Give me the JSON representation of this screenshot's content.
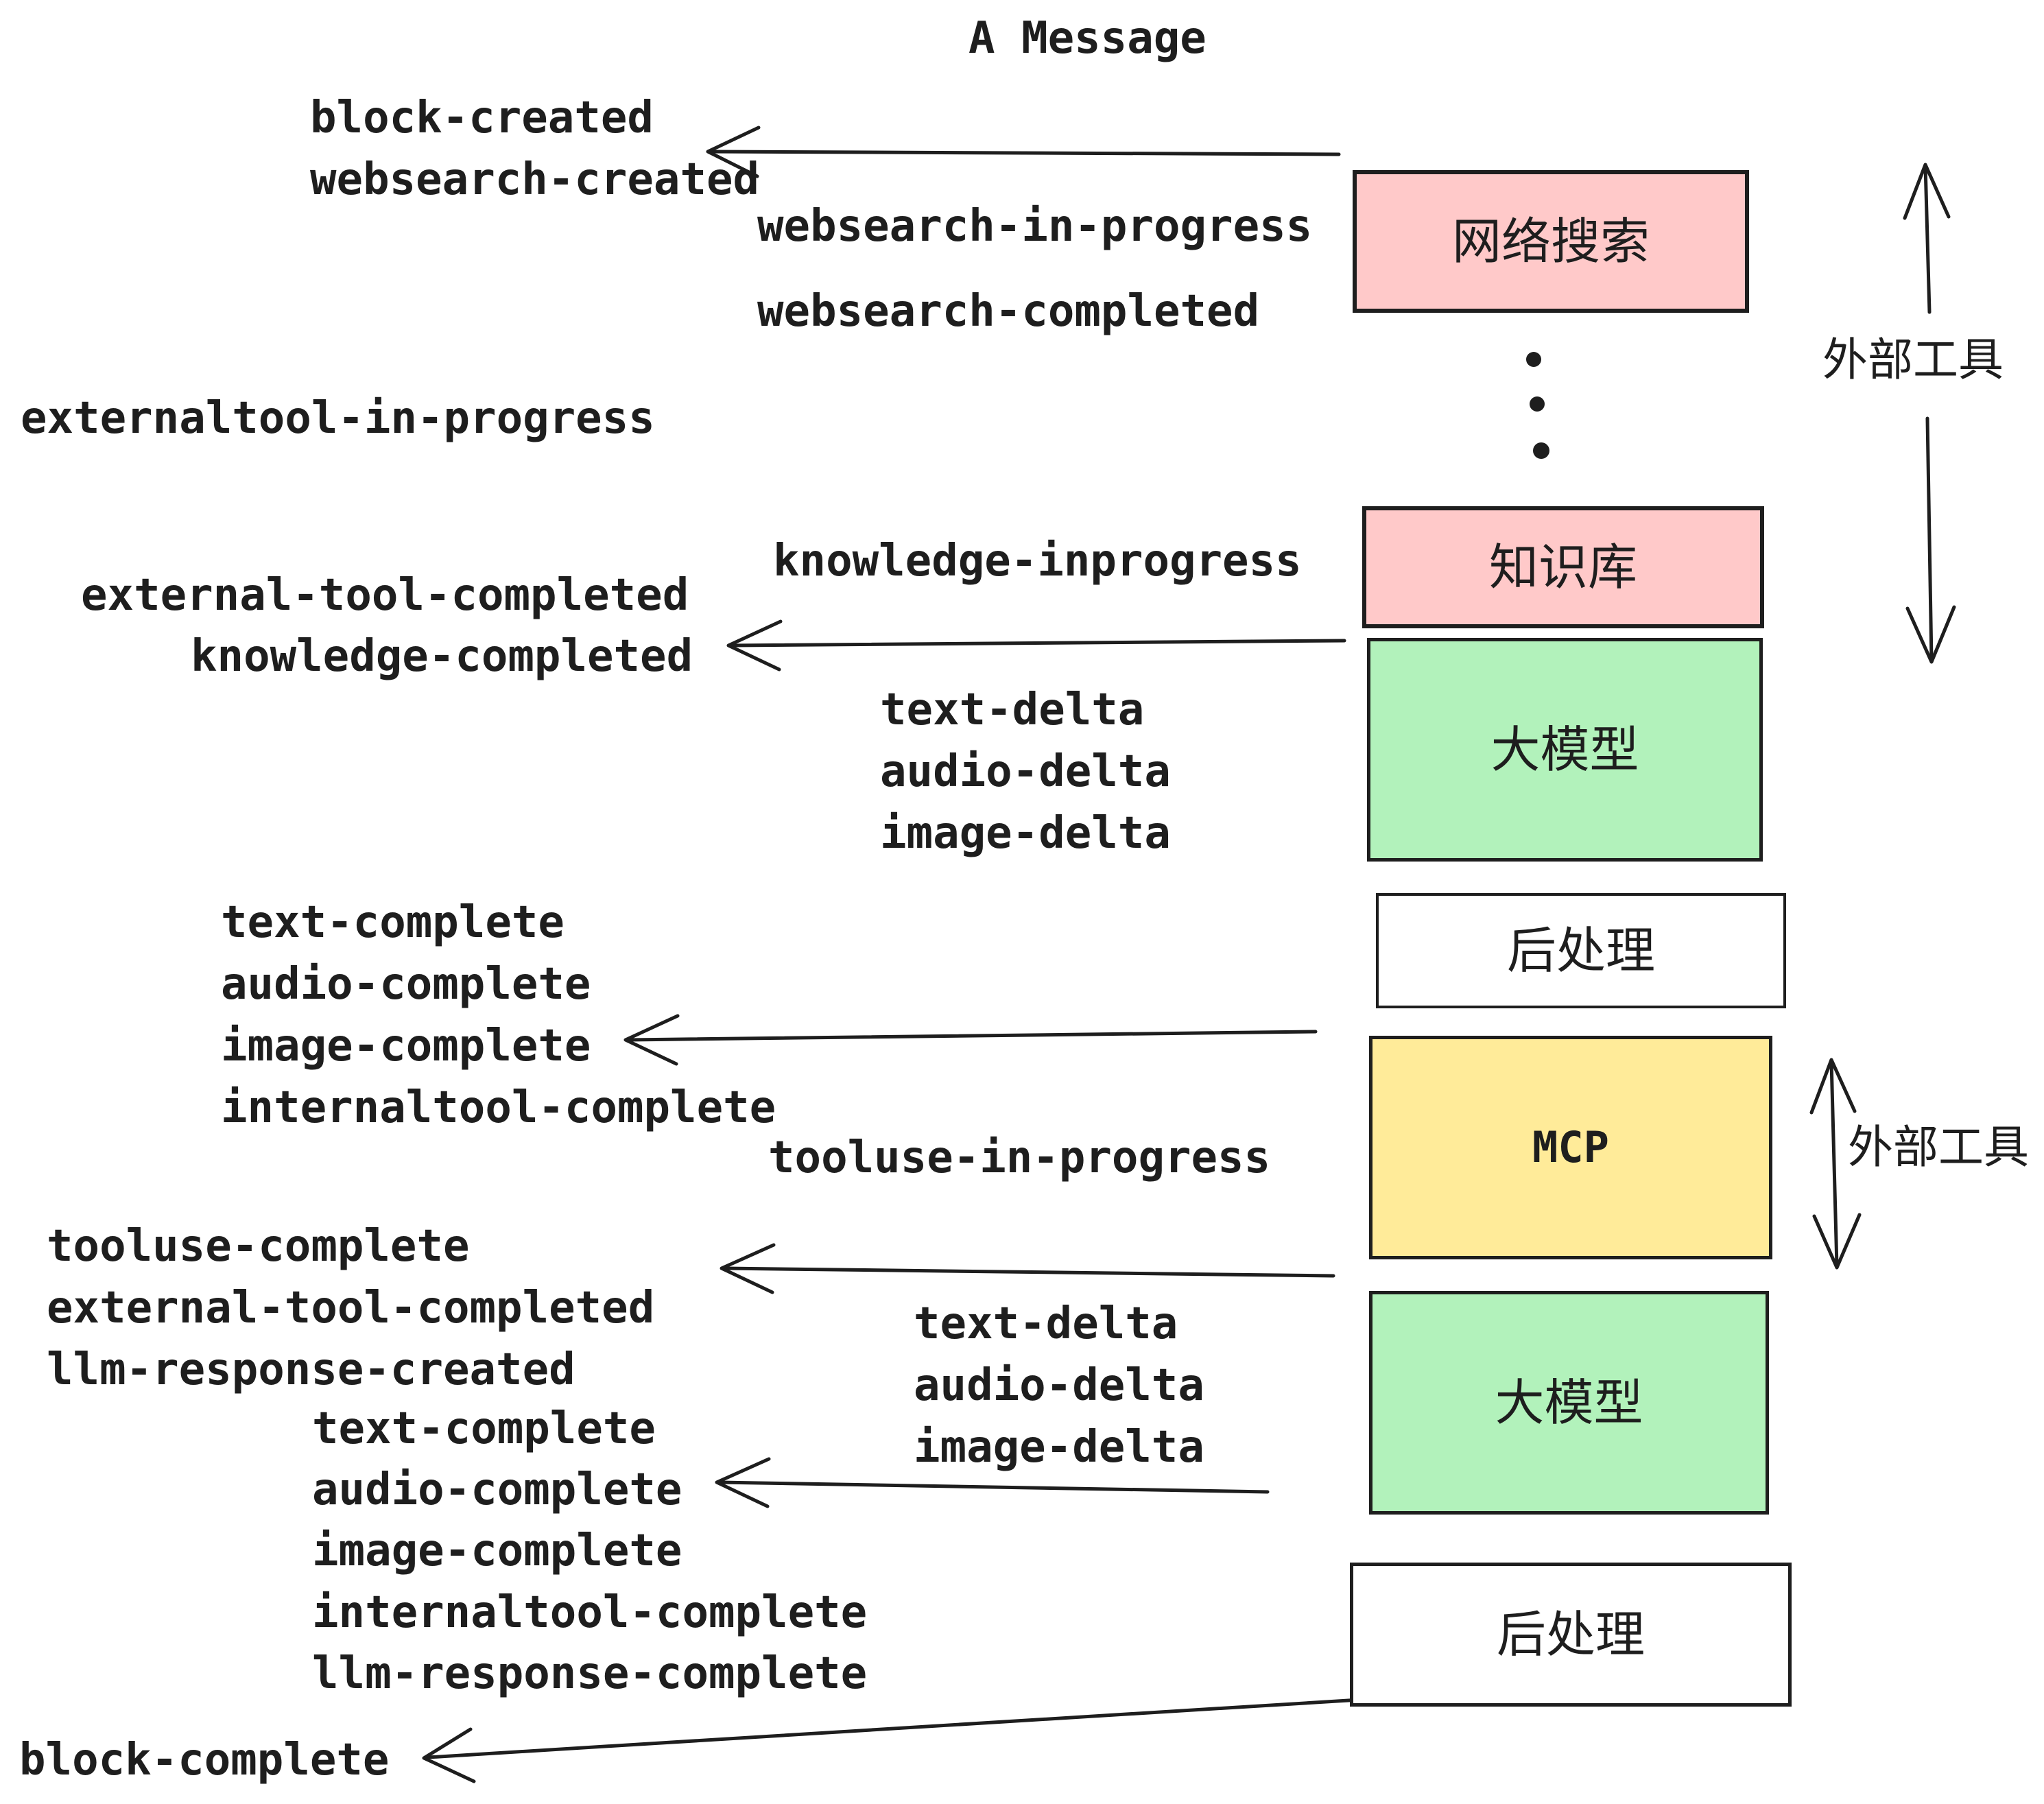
{
  "title": "A Message",
  "colors": {
    "ink": "#1e1e1e",
    "pink": "#ffc9c9",
    "green": "#b2f2bb",
    "yellow": "#ffeb99",
    "white": "#ffffff"
  },
  "events": {
    "block_created": "block-created",
    "websearch_created": "websearch-created",
    "websearch_in_progress": "websearch-in-progress",
    "websearch_completed": "websearch-completed",
    "externaltool_in_progress": "externaltool-in-progress",
    "knowledge_inprogress": "knowledge-inprogress",
    "external_tool_completed": "external-tool-completed",
    "knowledge_completed": "knowledge-completed",
    "text_delta": "text-delta",
    "audio_delta": "audio-delta",
    "image_delta": "image-delta",
    "text_complete": "text-complete",
    "audio_complete": "audio-complete",
    "image_complete": "image-complete",
    "internaltool_complete": "internaltool-complete",
    "tooluse_in_progress": "tooluse-in-progress",
    "tooluse_complete": "tooluse-complete",
    "llm_response_created": "llm-response-created",
    "llm_response_complete": "llm-response-complete",
    "block_complete": "block-complete"
  },
  "boxes": {
    "websearch": "网络搜索",
    "knowledge": "知识库",
    "llm": "大模型",
    "postprocess": "后处理",
    "mcp": "MCP"
  },
  "annotations": {
    "external_tools": "外部工具"
  }
}
